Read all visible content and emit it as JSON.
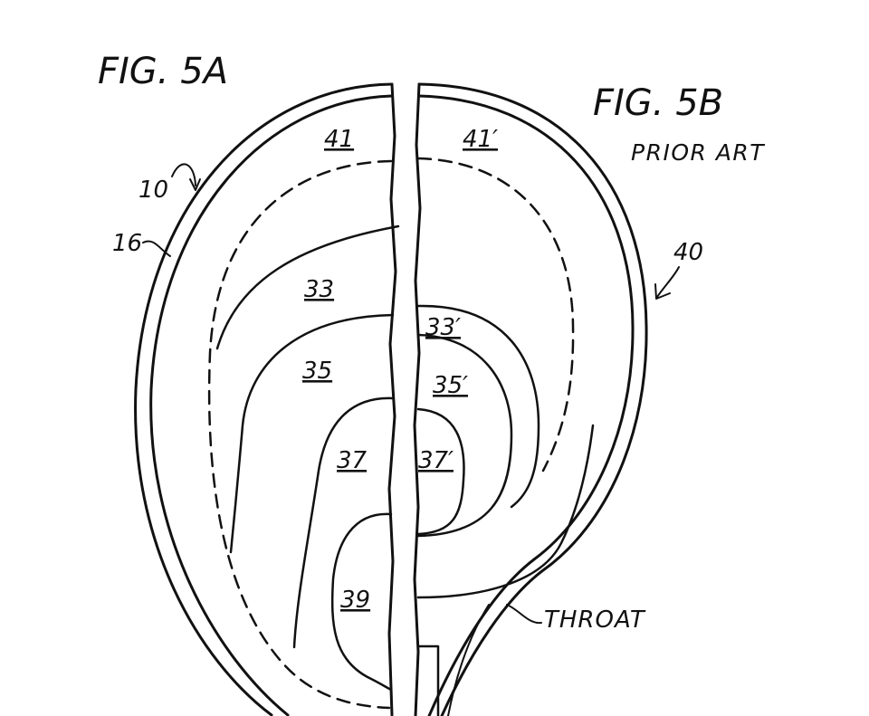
{
  "figures": {
    "left_title": "FIG. 5A",
    "right_title": "FIG. 5B",
    "right_subtitle": "PRIOR ART"
  },
  "reference_numerals": {
    "racket_left": "10",
    "frame": "16",
    "racket_right": "40"
  },
  "zones_left": {
    "z41": "41",
    "z33": "33",
    "z35": "35",
    "z37": "37",
    "z39": "39"
  },
  "zones_right": {
    "z41": "41′",
    "z33": "33′",
    "z35": "35′",
    "z37": "37′"
  },
  "labels": {
    "throat": "THROAT"
  },
  "ink_color": "#111111",
  "background": "#ffffff"
}
